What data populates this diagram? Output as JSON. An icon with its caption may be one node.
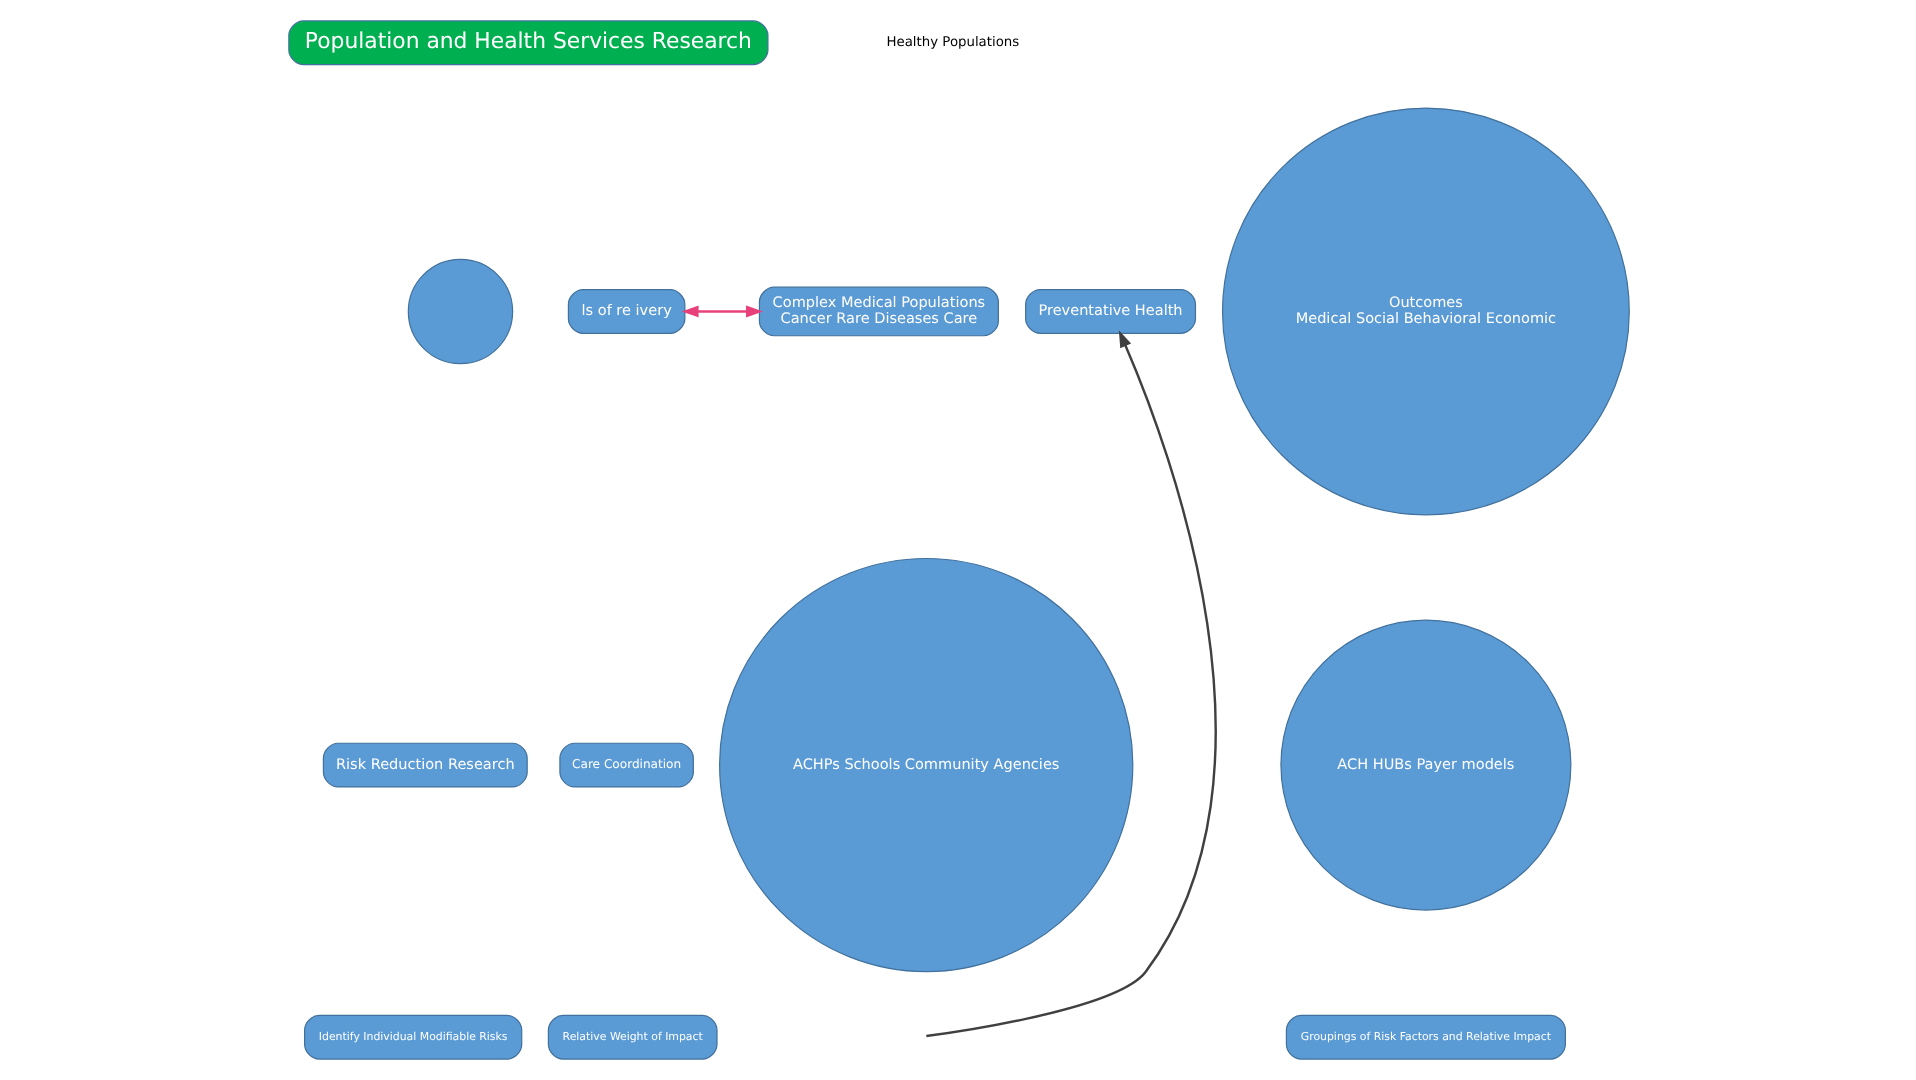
{
  "diagram": {
    "nodes": [
      {
        "text": [
          "Population and Health Services Research"
        ]
      },
      {
        "text": [],
        "shape": "circle"
      },
      {
        "text": [
          "Outcomes",
          "Medical Social Behavioral Economic"
        ]
      },
      {
        "text": [
          "ls of re ivery"
        ]
      },
      {
        "text": [
          "Risk Reduction Research"
        ]
      },
      {
        "text": [
          "Care Coordination"
        ]
      },
      {
        "text": [
          "ACH HUBs Payer models"
        ]
      },
      {
        "text": [
          "Complex Medical Populations",
          "Cancer Rare Diseases Care"
        ]
      },
      {
        "text": [
          "ACHPs Schools Community Agencies"
        ]
      },
      {
        "text": [
          "Identify Individual Modifiable Risks"
        ]
      },
      {
        "text": [
          "Relative Weight of Impact"
        ]
      },
      {
        "text": [
          "Groupings of Risk Factors and Relative Impact"
        ]
      },
      {
        "text": [
          "Preventative Health"
        ]
      }
    ],
    "edges": [
      {
        "from": 3,
        "to": 7,
        "arrow": "both",
        "color": "#e8407a"
      },
      {
        "from": null,
        "to": 12,
        "arrow": "to",
        "color": "#404040"
      }
    ],
    "labels": [
      "Healthy Populations"
    ]
  }
}
